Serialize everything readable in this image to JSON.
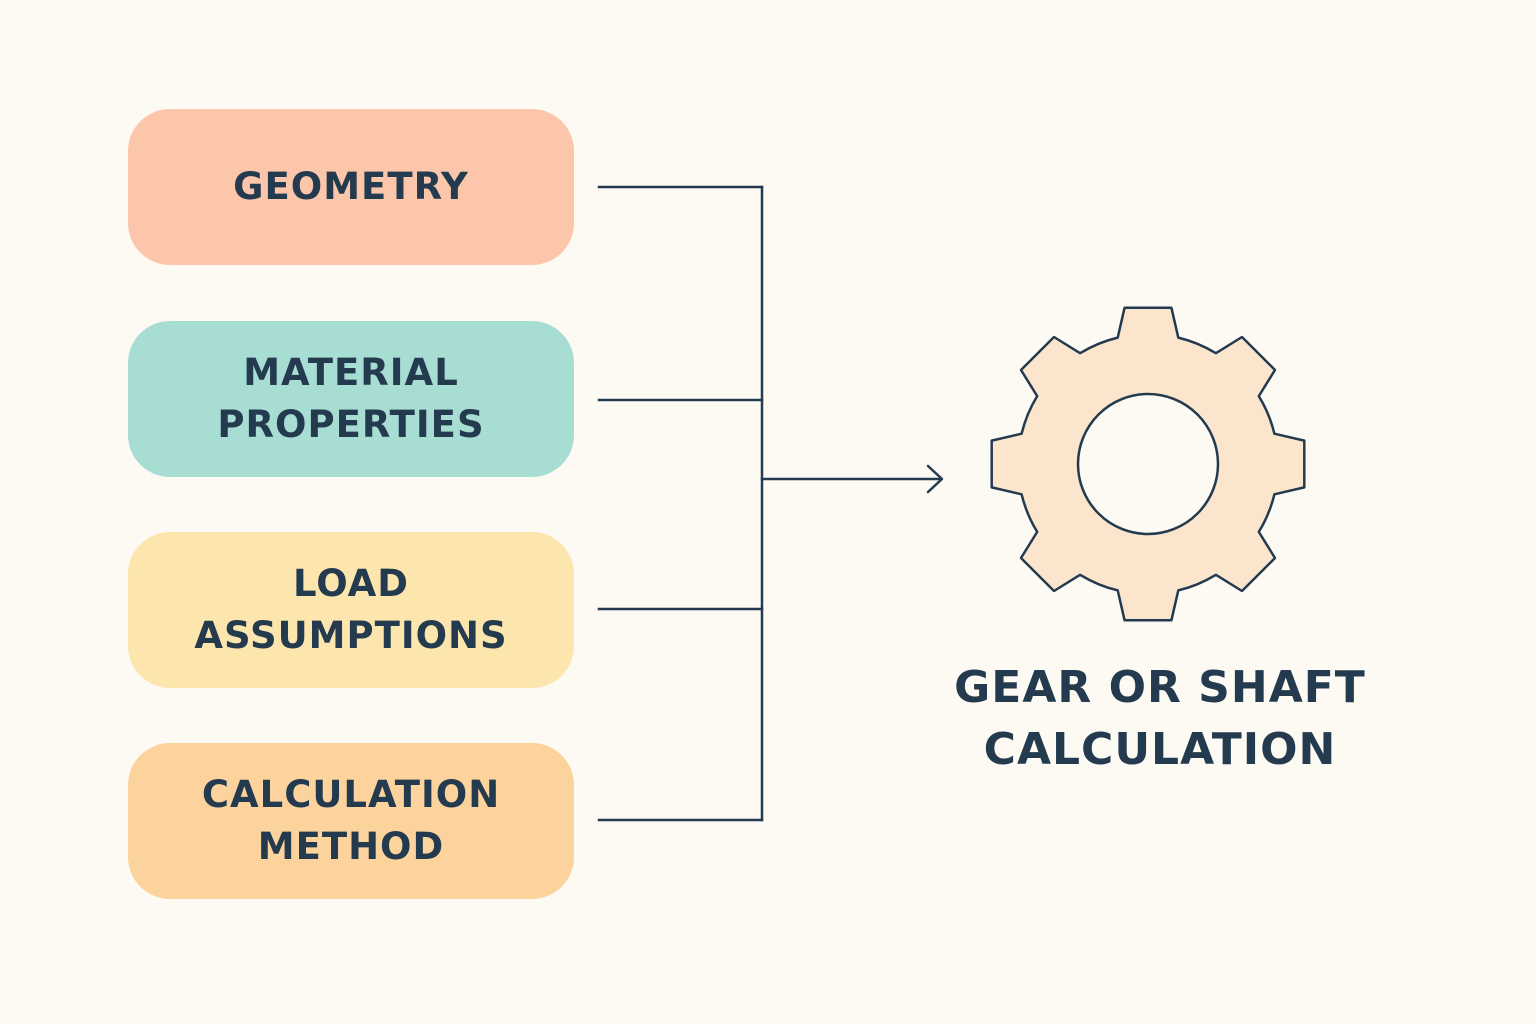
{
  "colors": {
    "background": "#fdfaf4",
    "ink": "#243a4e",
    "gear_fill": "#fbe6cd",
    "geometry_box": "#fcc6ab",
    "material_box": "#a8ddd3",
    "load_box": "#fde5ae",
    "method_box": "#fcd39c"
  },
  "inputs": [
    {
      "label": "GEOMETRY",
      "color": "#fcc6ab"
    },
    {
      "label": "MATERIAL\nPROPERTIES",
      "color": "#a8ddd3"
    },
    {
      "label": "LOAD\nASSUMPTIONS",
      "color": "#fde5ae"
    },
    {
      "label": "CALCULATION\nMETHOD",
      "color": "#fcd39c"
    }
  ],
  "result": {
    "label": "GEAR OR SHAFT\nCALCULATION",
    "icon": "gear-icon"
  }
}
